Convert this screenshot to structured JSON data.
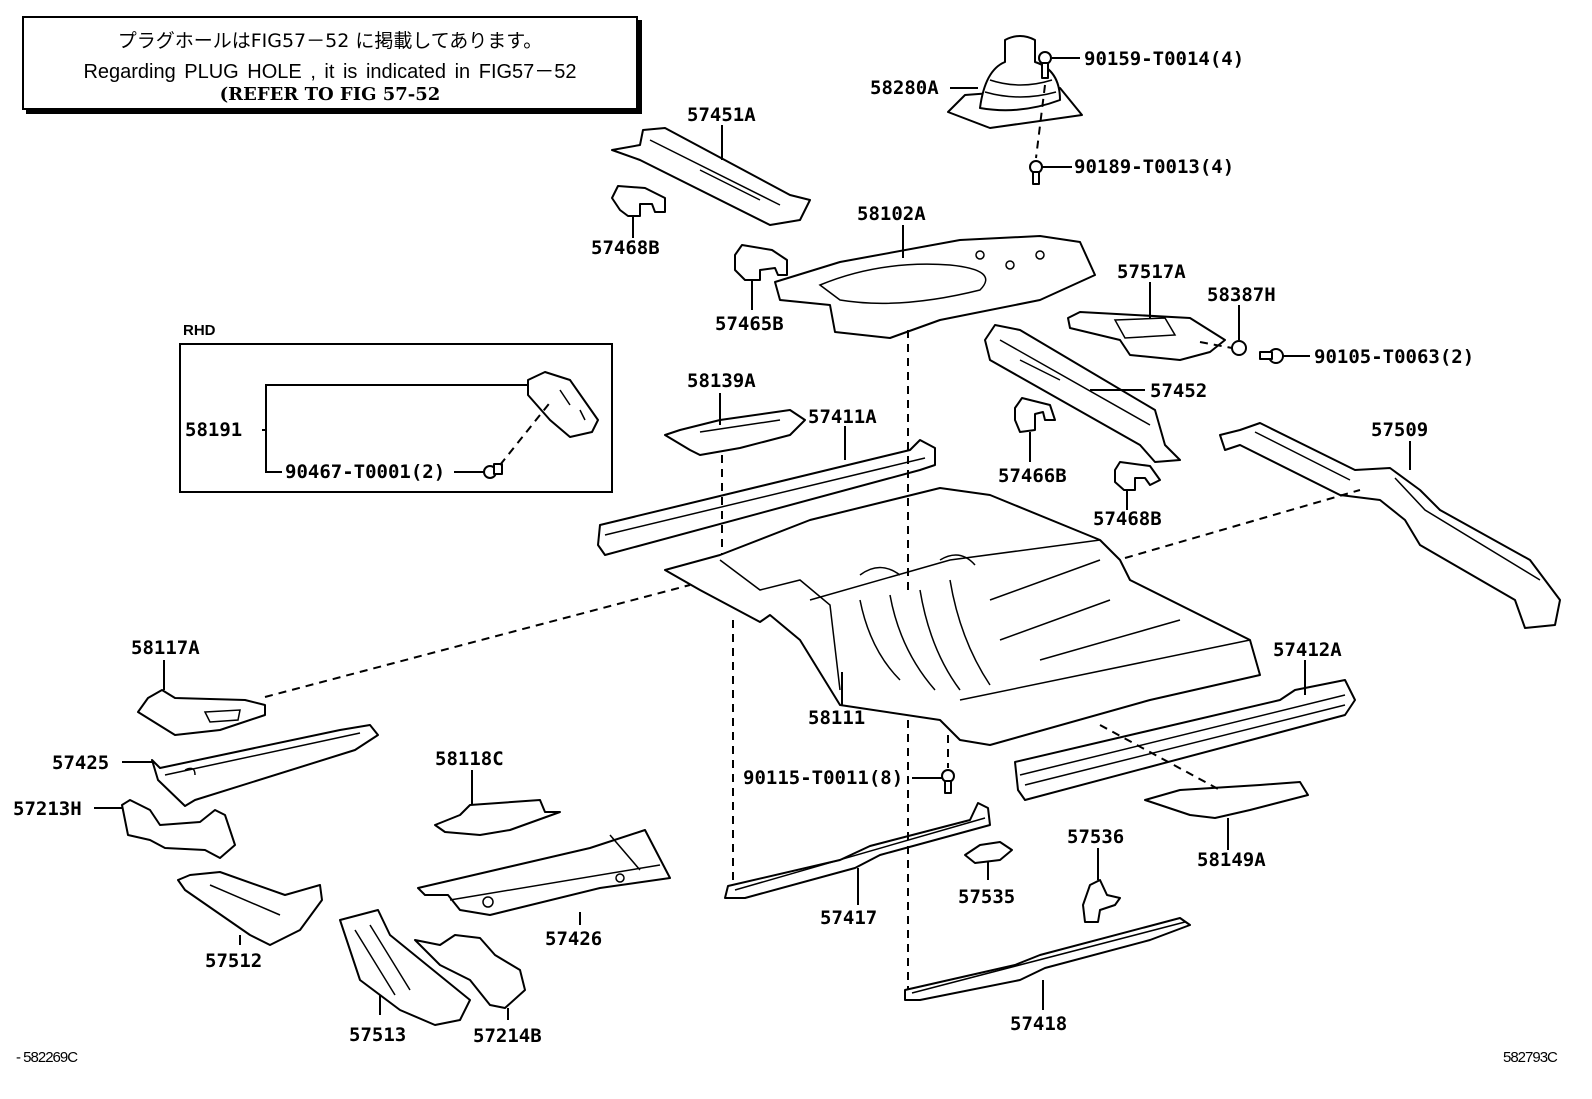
{
  "note": {
    "line_jp": "プラグホールはFIG57－52 に掲載してあります。",
    "line_en": "Regarding  PLUG HOLE , it is indicated in FIG57－52",
    "line_ref": "(REFER TO FIG 57-52"
  },
  "rhd": {
    "title": "RHD",
    "labels": {
      "assembly": "58191",
      "screw": "90467-T0001(2)"
    }
  },
  "parts": {
    "p58280A": "58280A",
    "p90159": "90159-T0014(4)",
    "p90189": "90189-T0013(4)",
    "p57451A": "57451A",
    "p57468B_top": "57468B",
    "p57465B": "57465B",
    "p58102A": "58102A",
    "p57517A": "57517A",
    "p58387H": "58387H",
    "p90105": "90105-T0063(2)",
    "p57452": "57452",
    "p57466B": "57466B",
    "p57468B_mid": "57468B",
    "p57509": "57509",
    "p58139A": "58139A",
    "p57411A": "57411A",
    "p58117A": "58117A",
    "p57425": "57425",
    "p57213H": "57213H",
    "p57512": "57512",
    "p58118C": "58118C",
    "p57426": "57426",
    "p57513": "57513",
    "p57214B": "57214B",
    "p58111": "58111",
    "p90115": "90115-T0011(8)",
    "p57417": "57417",
    "p57535": "57535",
    "p57536": "57536",
    "p57418": "57418",
    "p57412A": "57412A",
    "p58149A": "58149A"
  },
  "footer": {
    "code_left": "- 582269C",
    "code_right": "582793C"
  }
}
